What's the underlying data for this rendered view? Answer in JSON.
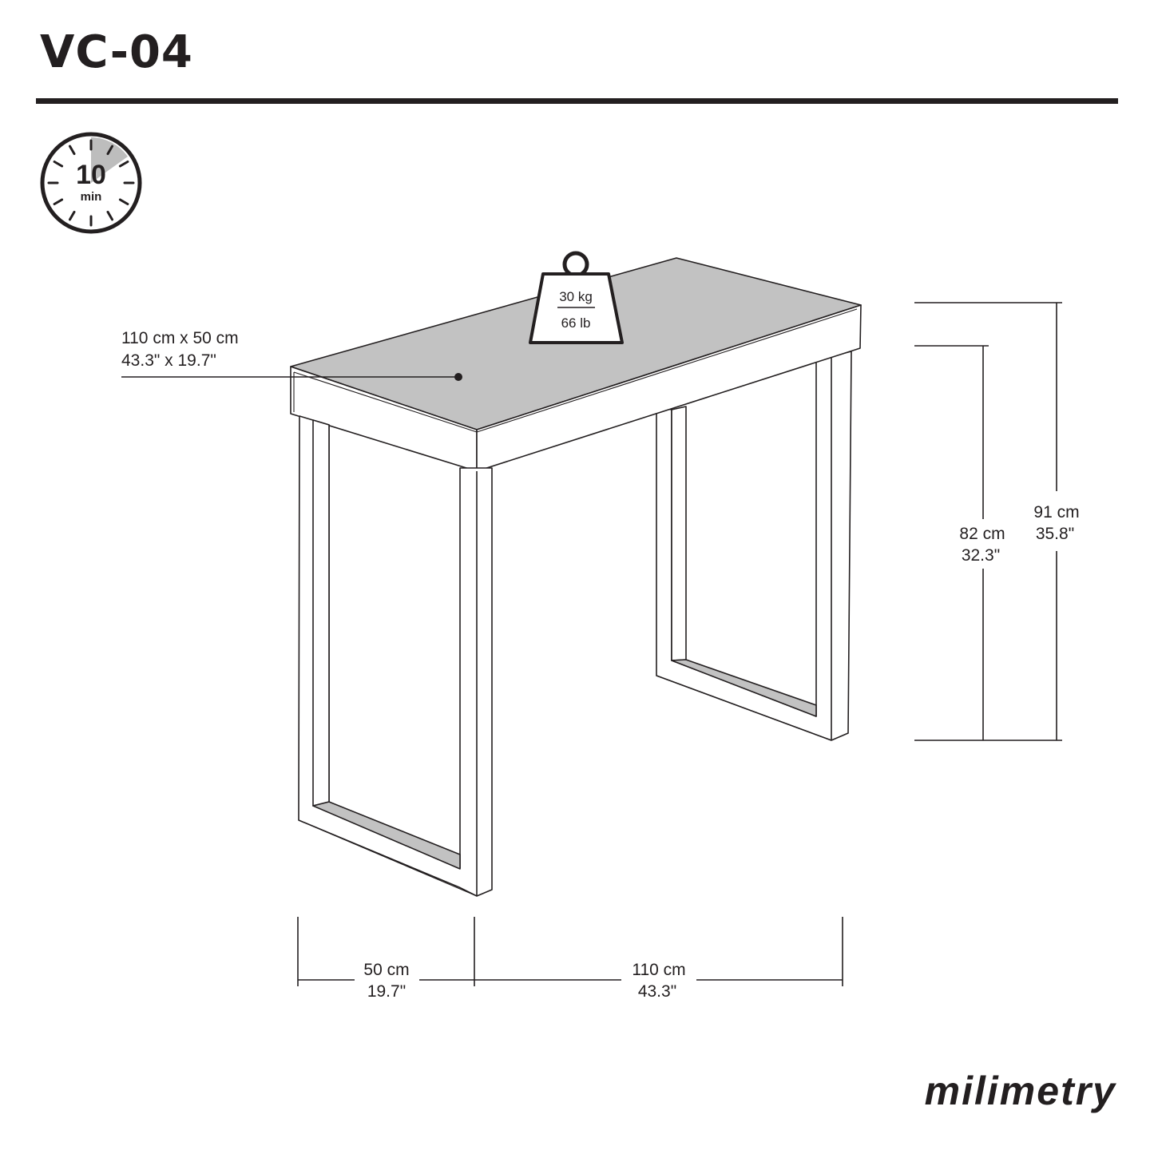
{
  "product": {
    "model": "VC-04"
  },
  "assembly_time": {
    "value": "10",
    "unit": "min"
  },
  "weight_capacity": {
    "metric": "30 kg",
    "imperial": "66 lb"
  },
  "top_dimensions": {
    "metric": "110 cm x 50 cm",
    "imperial": "43.3\" x 19.7\""
  },
  "dimensions": {
    "depth": {
      "metric": "50 cm",
      "imperial": "19.7\""
    },
    "width": {
      "metric": "110 cm",
      "imperial": "43.3\""
    },
    "leg_height": {
      "metric": "82 cm",
      "imperial": "32.3\""
    },
    "total_height": {
      "metric": "91 cm",
      "imperial": "35.8\""
    }
  },
  "brand": {
    "name": "milimetry"
  },
  "colors": {
    "ink": "#231f20",
    "surface": "#c2c2c2",
    "accent_gray": "#bdbdbd",
    "background": "#ffffff"
  }
}
